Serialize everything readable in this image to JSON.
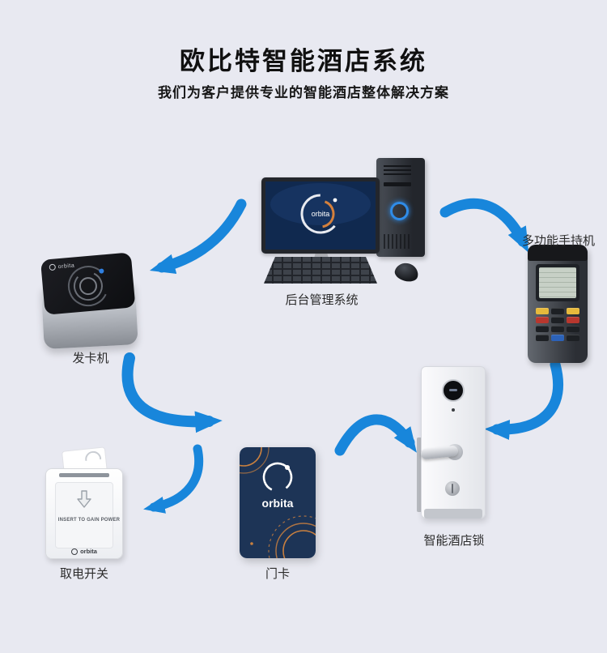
{
  "page": {
    "title": "欧比特智能酒店系统",
    "subtitle": "我们为客户提供专业的智能酒店整体解决方案"
  },
  "colors": {
    "background": "#e8e9f1",
    "arrow_blue": "#1886db",
    "card_navy": "#1d3456",
    "copper": "#c9803f"
  },
  "nodes": {
    "computer": {
      "label": "后台管理系统",
      "brand": "orbita"
    },
    "card_issuer": {
      "label": "发卡机",
      "brand": "orbita"
    },
    "handheld": {
      "label": "多功能手持机"
    },
    "lock": {
      "label": "智能酒店锁"
    },
    "card": {
      "label": "门卡",
      "brand": "orbita"
    },
    "power_switch": {
      "label": "取电开关",
      "brand": "orbita",
      "insert_text": "INSERT TO GAIN POWER"
    }
  }
}
